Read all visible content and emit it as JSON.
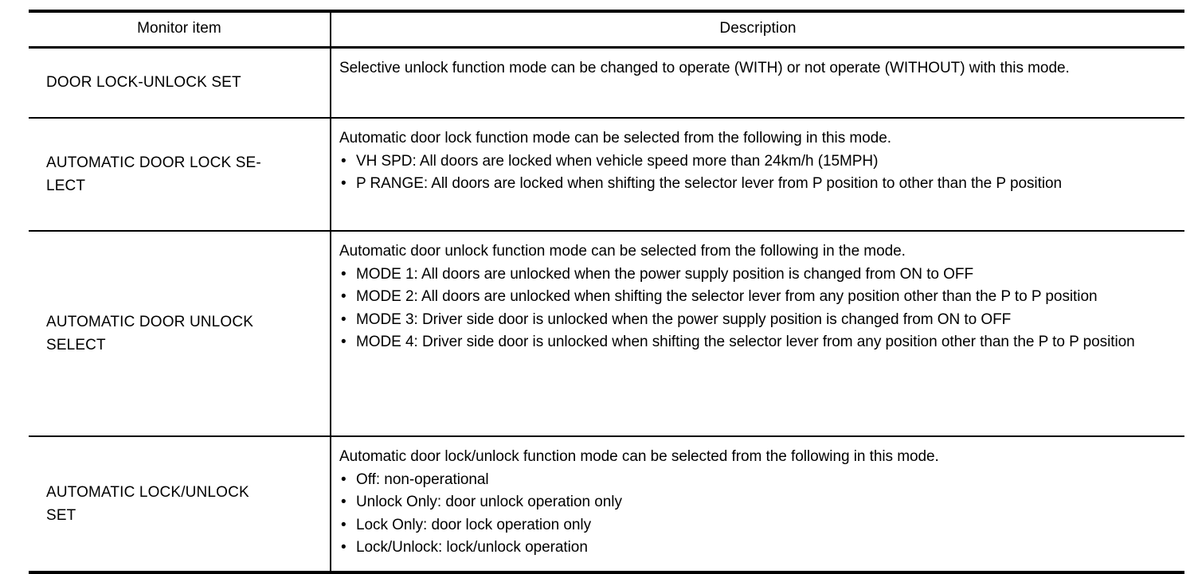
{
  "table": {
    "headers": {
      "item": "Monitor item",
      "description": "Description"
    },
    "bullet_glyph": "•",
    "rows": [
      {
        "item_lines": [
          "DOOR LOCK-UNLOCK SET"
        ],
        "lead": "Selective unlock function mode can be changed to operate (WITH) or not operate (WITHOUT) with this mode.",
        "bullets": []
      },
      {
        "item_lines": [
          "AUTOMATIC DOOR LOCK SE-",
          "LECT"
        ],
        "lead": "Automatic door lock function mode can be selected from the following in this mode.",
        "bullets": [
          "VH SPD: All doors are locked when vehicle speed more than 24km/h (15MPH)",
          "P RANGE: All doors are locked when shifting the selector lever from P position to other than the P position"
        ]
      },
      {
        "item_lines": [
          "AUTOMATIC DOOR UNLOCK",
          "SELECT"
        ],
        "lead": "Automatic door unlock function mode can be selected from the following in the mode.",
        "bullets": [
          "MODE 1: All doors are unlocked when the power supply position is changed from ON to OFF",
          "MODE 2: All doors are unlocked when shifting the selector lever from any position other than the P to P position",
          "MODE 3: Driver side door is unlocked when the power supply position is changed from ON to OFF",
          "MODE 4: Driver side door is unlocked when shifting the selector lever from any position other than the P to P position"
        ]
      },
      {
        "item_lines": [
          "AUTOMATIC LOCK/UNLOCK",
          "SET"
        ],
        "lead": "Automatic door lock/unlock function mode can be selected from the following in this mode.",
        "bullets": [
          "Off: non-operational",
          "Unlock Only: door unlock operation only",
          "Lock Only: door lock operation only",
          "Lock/Unlock: lock/unlock operation"
        ]
      }
    ]
  }
}
